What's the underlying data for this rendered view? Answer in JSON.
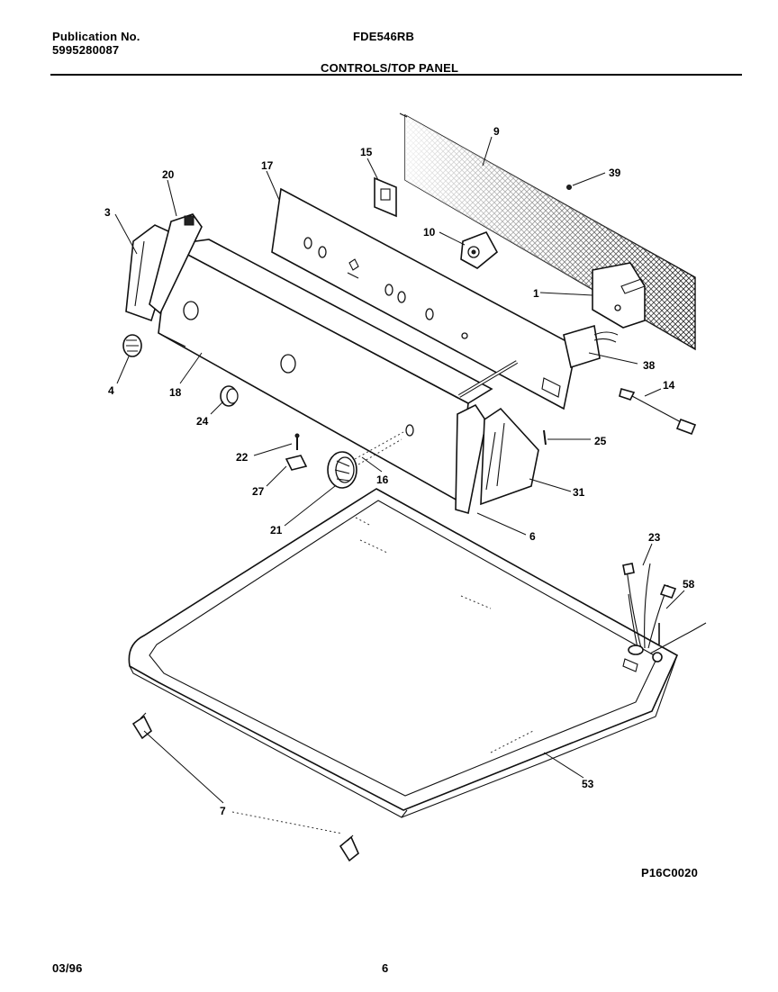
{
  "header": {
    "publication_label": "Publication No.",
    "publication_number": "5995280087",
    "model": "FDE546RB",
    "section_title": "CONTROLS/TOP PANEL"
  },
  "diagram": {
    "drawing_code": "P16C0020",
    "part_labels": [
      "9",
      "39",
      "15",
      "17",
      "20",
      "3",
      "10",
      "1",
      "4",
      "18",
      "38",
      "14",
      "24",
      "25",
      "22",
      "16",
      "31",
      "27",
      "21",
      "6",
      "23",
      "58",
      "53",
      "7"
    ]
  },
  "footer": {
    "date": "03/96",
    "page_number": "6"
  },
  "colors": {
    "ink": "#000000",
    "paper": "#ffffff"
  }
}
